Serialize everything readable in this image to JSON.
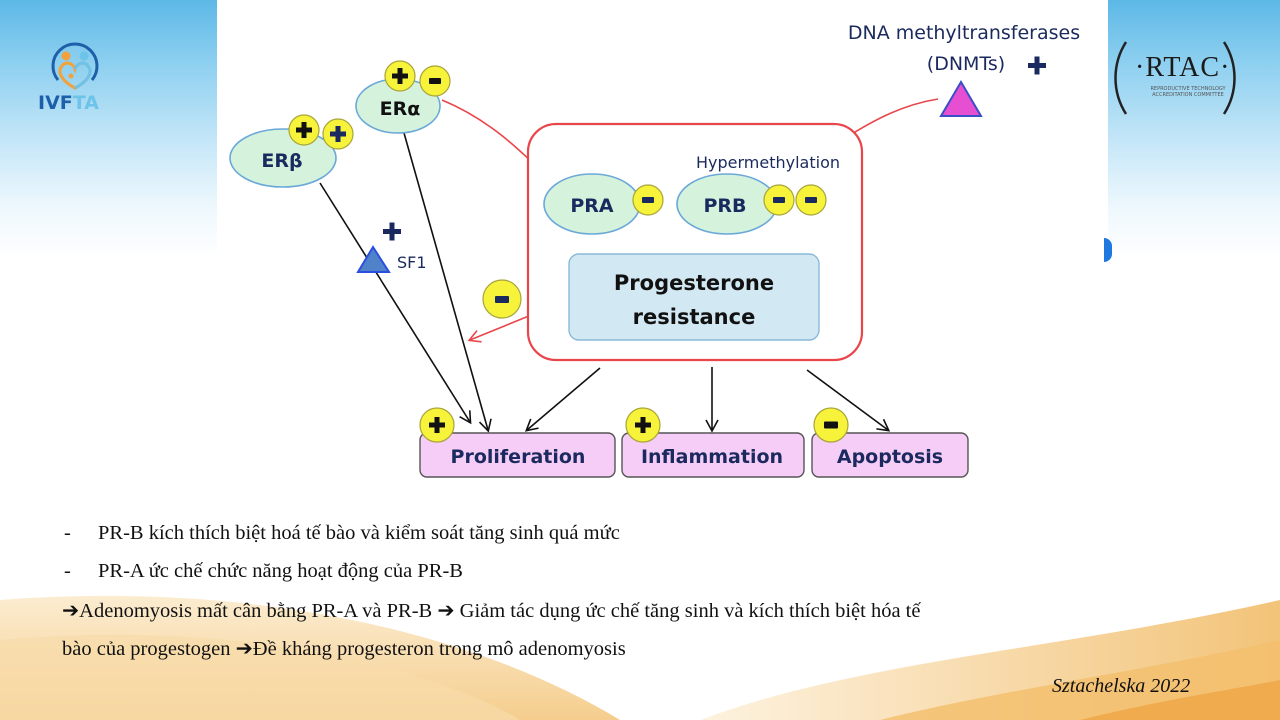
{
  "slide": {
    "logos": {
      "left": {
        "name": "IVFTA",
        "text_part1": "IVF",
        "text_part2": "TA"
      },
      "right": {
        "name": "RTAC",
        "text": "·RTAC·",
        "subtitle_line1": "REPRODUCTIVE TECHNOLOGY",
        "subtitle_line2": "ACCREDITATION COMMITTEE"
      }
    },
    "colors": {
      "ellipse_fill": "#d5f2dc",
      "ellipse_stroke": "#6aa8d8",
      "sign_fill": "#f7f23a",
      "box_fill": "#f6cdf6",
      "red_box_stroke": "#e8464b",
      "resistance_fill": "#d2e8f3",
      "label_color": "#1b2a5e",
      "dnmt_triangle": "#e64fd2",
      "sf1_triangle": "#4f82c8"
    }
  },
  "diagram": {
    "nodes": {
      "er_beta": {
        "label": "ERβ",
        "signs": [
          "+",
          "+"
        ]
      },
      "er_alpha": {
        "label": "ERα",
        "signs": [
          "+",
          "-"
        ]
      },
      "dnmt": {
        "label_line1": "DNA methyltransferases",
        "label_line2": "(DNMTs)",
        "sign": "+"
      },
      "sf1": {
        "label": "SF1",
        "sign": "+"
      },
      "hypermethylation": {
        "label": "Hypermethylation"
      },
      "pra": {
        "label": "PRA",
        "signs": [
          "-"
        ]
      },
      "prb": {
        "label": "PRB",
        "signs": [
          "-",
          "-"
        ]
      },
      "progesterone_resistance": {
        "label_line1": "Progesterone",
        "label_line2": "resistance",
        "sign": "-"
      },
      "outcomes": [
        {
          "label": "Proliferation",
          "sign": "+"
        },
        {
          "label": "Inflammation",
          "sign": "+"
        },
        {
          "label": "Apoptosis",
          "sign": "-"
        }
      ]
    }
  },
  "notes": {
    "bullets": [
      {
        "dash": "-",
        "text": "PR-B kích thích biệt hoá tế bào và kiểm soát tăng sinh quá mức"
      },
      {
        "dash": "-",
        "text": "PR-A ức chế chức năng hoạt động của PR-B"
      }
    ],
    "conclusion_line1": "➔Adenomyosis mất cân bằng PR-A và PR-B ➔ Giảm tác dụng ức chế tăng sinh và kích thích biệt hóa tế",
    "conclusion_line2": "bào của progestogen ➔Đề kháng progesteron trong mô adenomyosis",
    "citation": "Sztachelska 2022"
  }
}
